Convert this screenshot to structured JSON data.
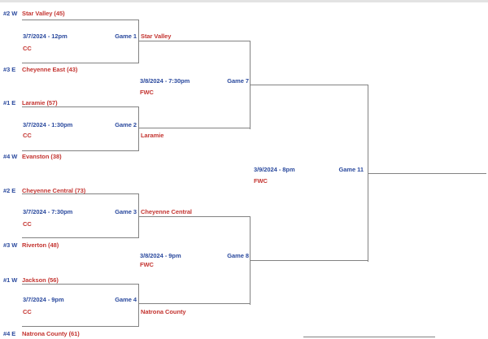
{
  "colors": {
    "seed_blue": "#2b4a9e",
    "team_red": "#c43531",
    "line_gray": "#828282"
  },
  "bracket": {
    "first_round": [
      {
        "top_seed": "#2 W",
        "top_team": "Star Valley (45)",
        "datetime": "3/7/2024 - 12pm",
        "game_label": "Game 1",
        "venue": "CC",
        "bottom_seed": "#3 E",
        "bottom_team": "Cheyenne East (43)",
        "winner": "Star Valley"
      },
      {
        "top_seed": "#1 E",
        "top_team": "Laramie (57)",
        "datetime": "3/7/2024 - 1:30pm",
        "game_label": "Game 2",
        "venue": "CC",
        "bottom_seed": "#4 W",
        "bottom_team": "Evanston (38)",
        "winner": "Laramie"
      },
      {
        "top_seed": "#2 E",
        "top_team": "Cheyenne Central (73)",
        "datetime": "3/7/2024 - 7:30pm",
        "game_label": "Game 3",
        "venue": "CC",
        "bottom_seed": "#3 W",
        "bottom_team": "Riverton (48)",
        "winner": "Cheyenne Central"
      },
      {
        "top_seed": "#1 W",
        "top_team": "Jackson (56)",
        "datetime": "3/7/2024 - 9pm",
        "game_label": "Game 4",
        "venue": "CC",
        "bottom_seed": "#4 E",
        "bottom_team": "Natrona County (61)",
        "winner": "Natrona County"
      }
    ],
    "semifinals": [
      {
        "datetime": "3/8/2024 - 7:30pm",
        "game_label": "Game 7",
        "venue": "FWC"
      },
      {
        "datetime": "3/8/2024 - 9pm",
        "game_label": "Game 8",
        "venue": "FWC"
      }
    ],
    "final": {
      "datetime": "3/9/2024 - 8pm",
      "game_label": "Game 11",
      "venue": "FWC"
    }
  }
}
